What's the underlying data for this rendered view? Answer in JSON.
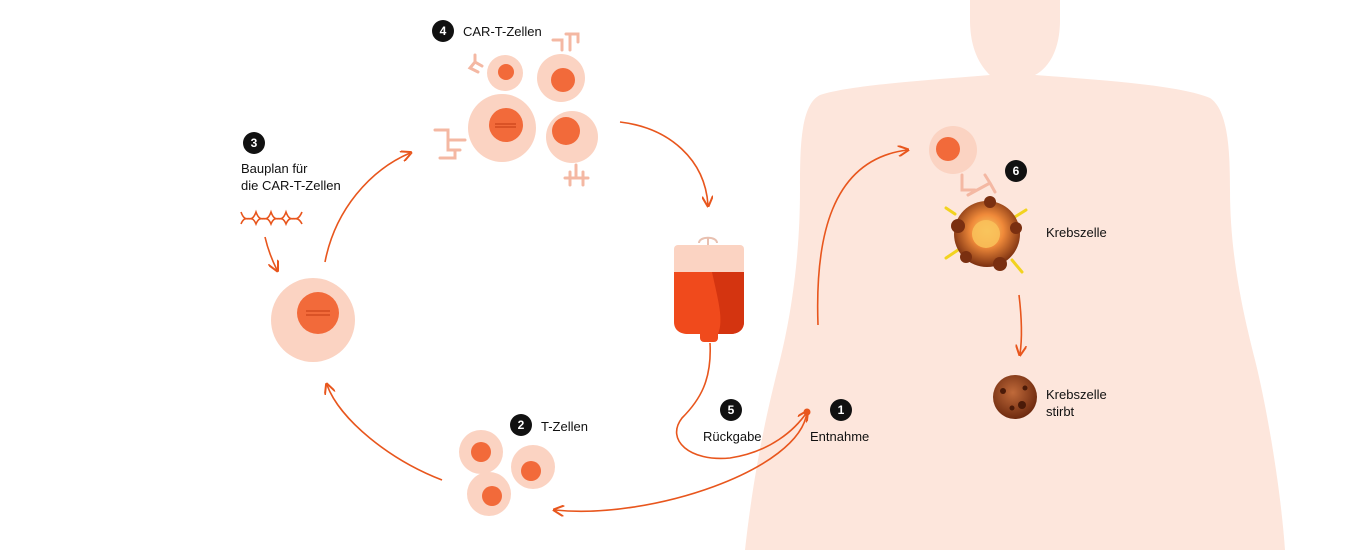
{
  "steps": [
    {
      "number": "1",
      "label": "Entnahme"
    },
    {
      "number": "2",
      "label": "T-Zellen"
    },
    {
      "number": "3",
      "label_line1": "Bauplan für",
      "label_line2": "die CAR-T-Zellen"
    },
    {
      "number": "4",
      "label": "CAR-T-Zellen"
    },
    {
      "number": "5",
      "label": "Rückgabe"
    },
    {
      "number": "6",
      "label": "Krebszelle"
    }
  ],
  "cancer_dies": {
    "line1": "Krebszelle",
    "line2": "stirbt"
  },
  "colors": {
    "accent": "#e8561d",
    "cell_outer": "#fbd3c2",
    "cell_nucleus": "#f26a3a",
    "body": "#fde6dc",
    "receptor": "#f4b8a3",
    "bag_blood": "#f04a1c",
    "bag_dark": "#d43410",
    "cancer_dark": "#7a2f10",
    "cancer_light": "#f5a14a",
    "spike": "#f2d31f",
    "badge": "#111111"
  }
}
